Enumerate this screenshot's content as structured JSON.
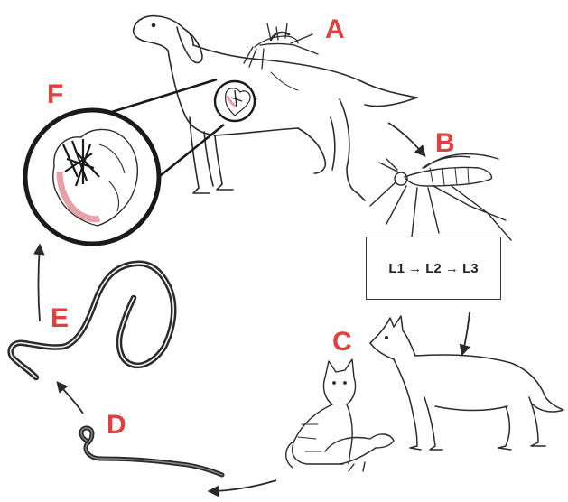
{
  "labels": {
    "a": "A",
    "b": "B",
    "c": "C",
    "d": "D",
    "e": "E",
    "f": "F"
  },
  "larval_stages": {
    "text": "L1 → L2 → L3"
  },
  "colors": {
    "label": "#e04040",
    "ink": "#2a2a2a",
    "heart_tissue": "#e8a0a8"
  }
}
